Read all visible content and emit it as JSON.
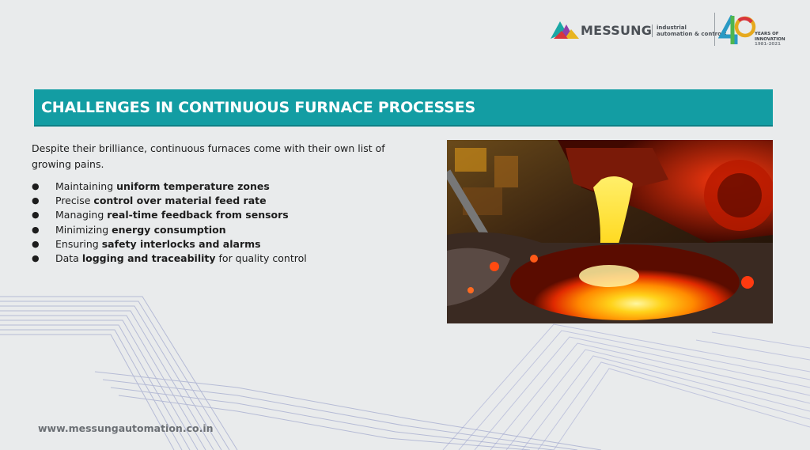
{
  "brand": {
    "name": "MESSUNG",
    "tagline_line1": "industrial",
    "tagline_line2": "automation & controls",
    "anniversary_number": "40",
    "anniversary_line1": "YEARS OF",
    "anniversary_line2": "INNOVATION",
    "anniversary_years": "1981-2021"
  },
  "slide": {
    "title": "CHALLENGES IN CONTINUOUS FURNACE PROCESSES",
    "intro": "Despite their brilliance, continuous furnaces come with their own list of growing pains.",
    "bullets": [
      {
        "pre": "Maintaining ",
        "bold": "uniform temperature zones",
        "post": ""
      },
      {
        "pre": "Precise ",
        "bold": "control over material feed rate",
        "post": ""
      },
      {
        "pre": "Managing ",
        "bold": "real-time feedback from sensors",
        "post": ""
      },
      {
        "pre": "Minimizing ",
        "bold": "energy consumption",
        "post": ""
      },
      {
        "pre": "Ensuring ",
        "bold": "safety interlocks and alarms",
        "post": ""
      },
      {
        "pre": "Data ",
        "bold": "logging and traceability",
        "post": " for quality control"
      }
    ],
    "bullet_symbol": "●"
  },
  "footer": {
    "url": "www.messungautomation.co.in"
  },
  "colors": {
    "title_bar": "#139da3",
    "background": "#e9ebec",
    "deco_lines": "#7d86b8"
  }
}
